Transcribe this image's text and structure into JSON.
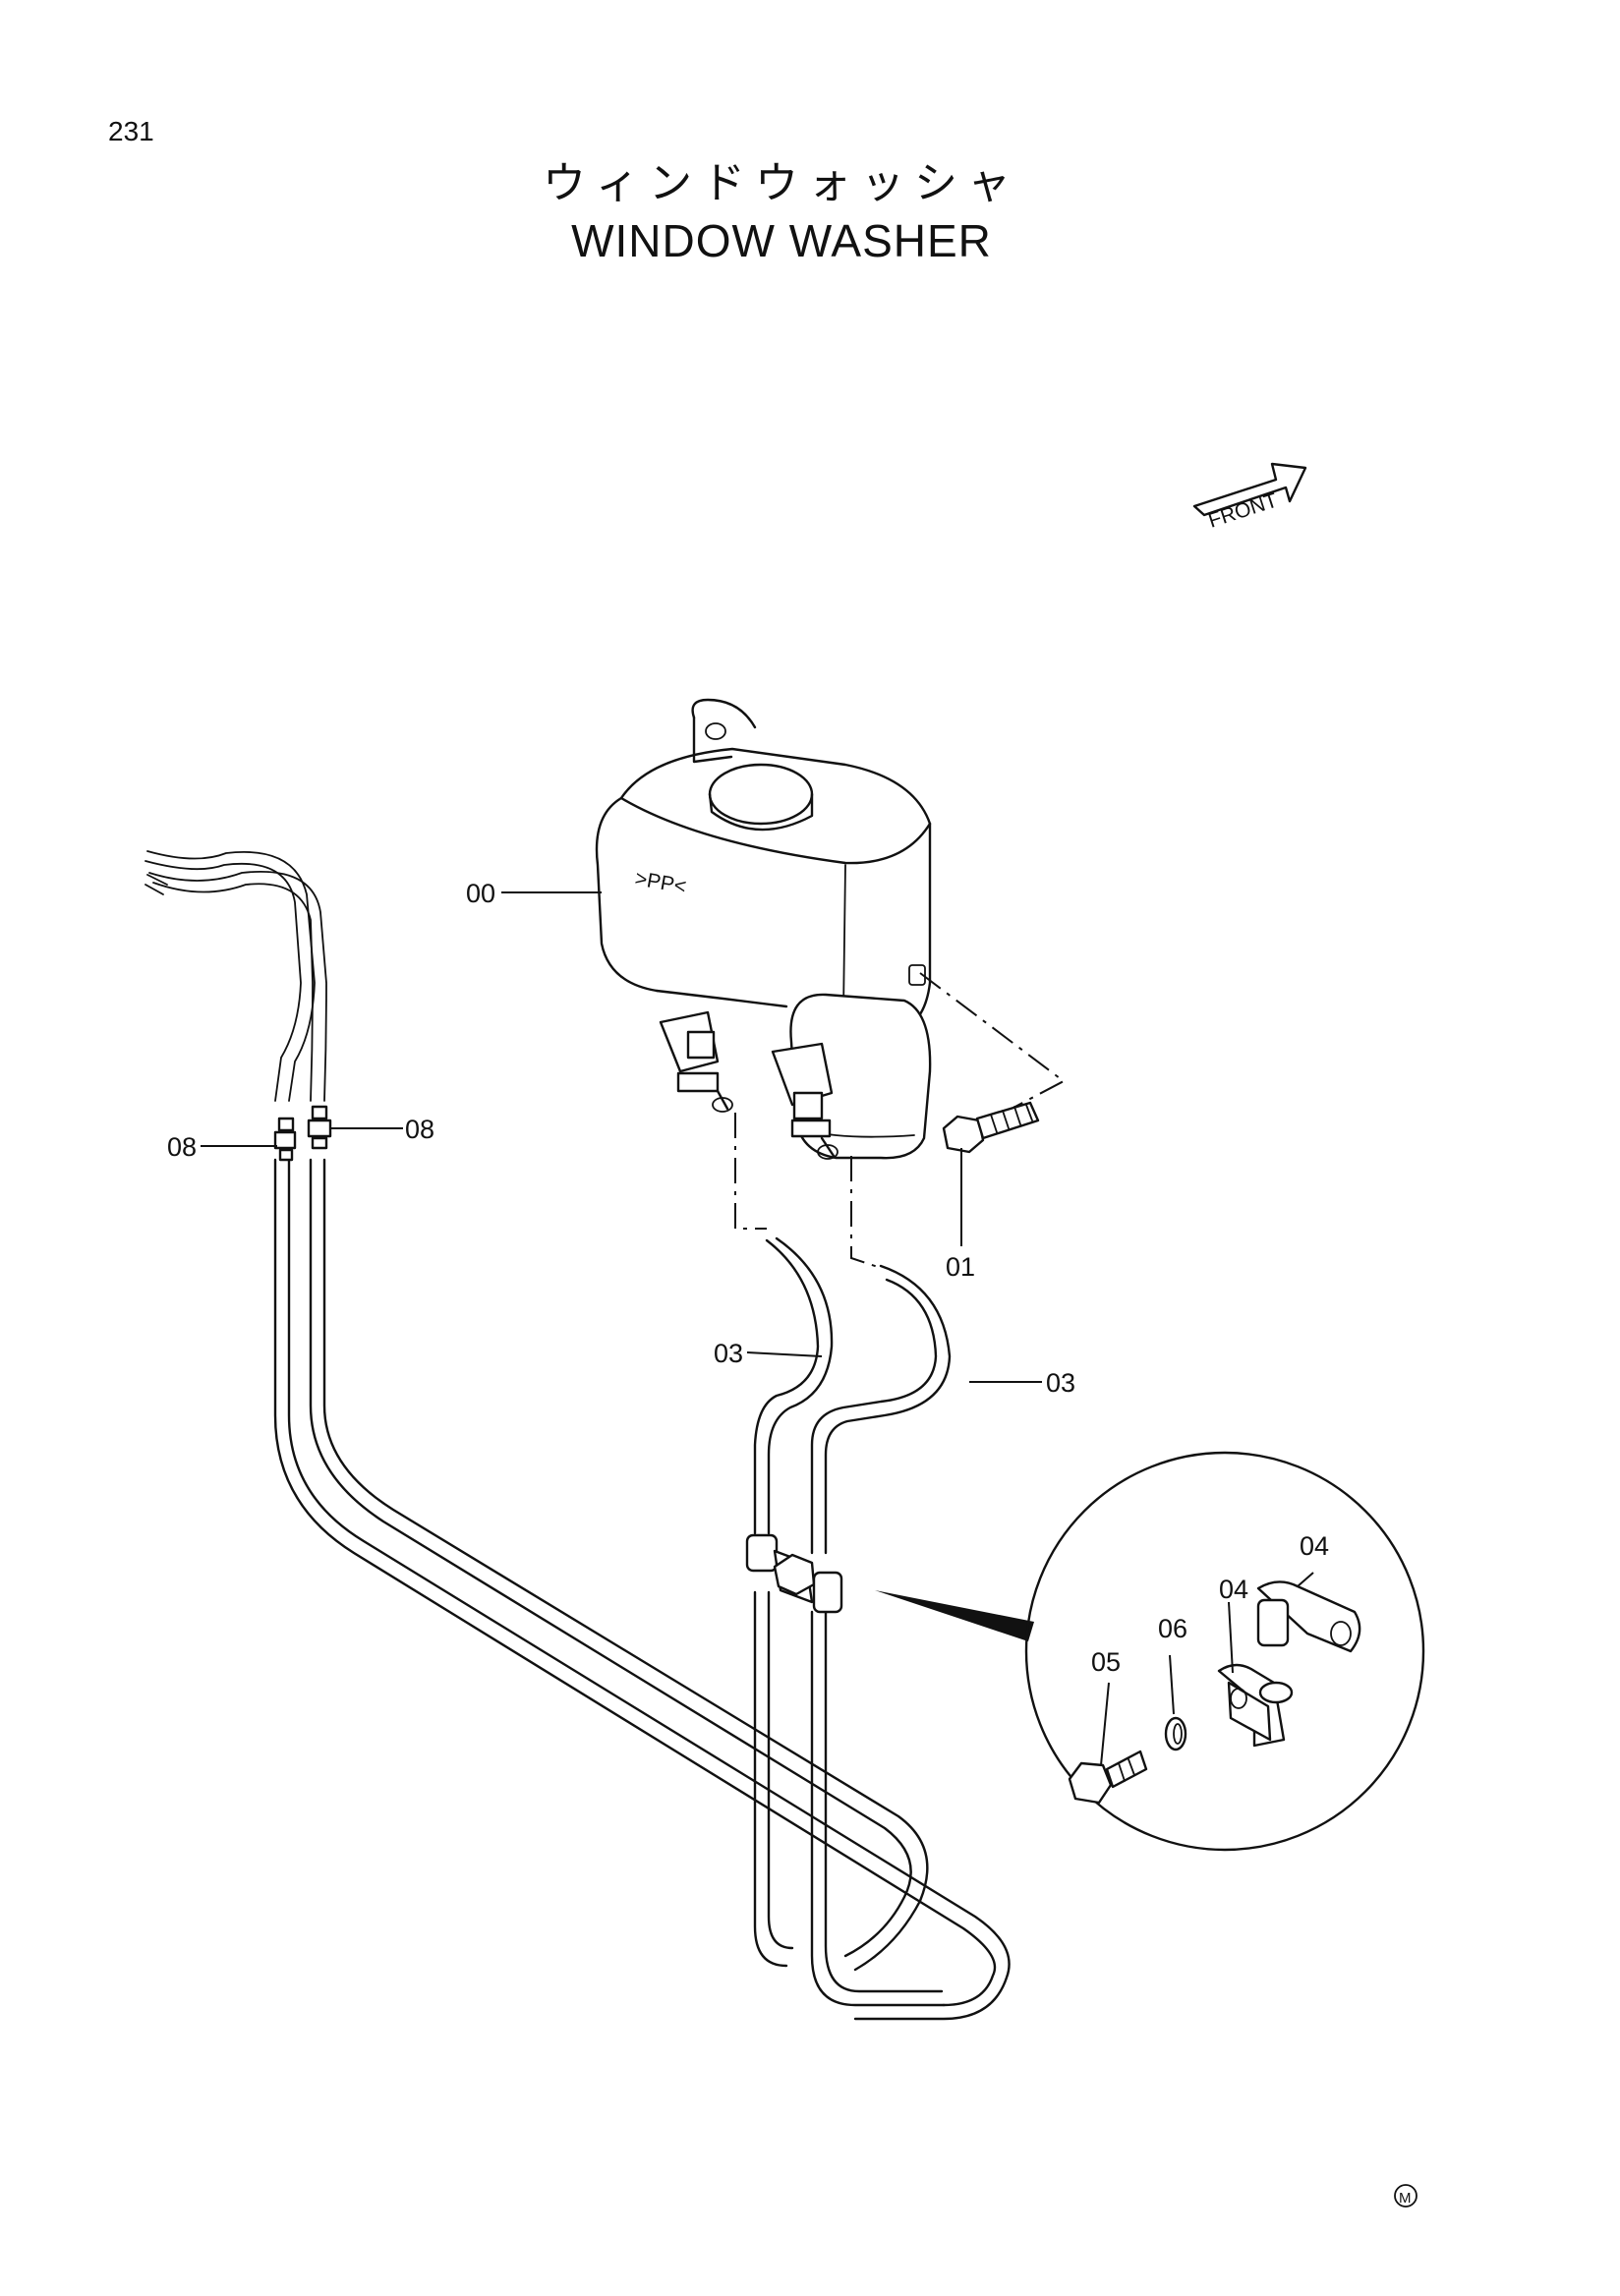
{
  "page_number": "231",
  "title_jp": "ウィンドウォッシャ",
  "title_en": "WINDOW WASHER",
  "front_label": "FRONT",
  "tank_marking": ">PP<",
  "footer_mark": "M",
  "callouts": {
    "tank": "00",
    "bolt_tank": "01",
    "hose_left": "03",
    "hose_right": "03",
    "clamp_upper": "04",
    "clamp_lower": "04",
    "bolt_clamp": "05",
    "washer": "06",
    "joint_left": "08",
    "joint_right": "08"
  }
}
